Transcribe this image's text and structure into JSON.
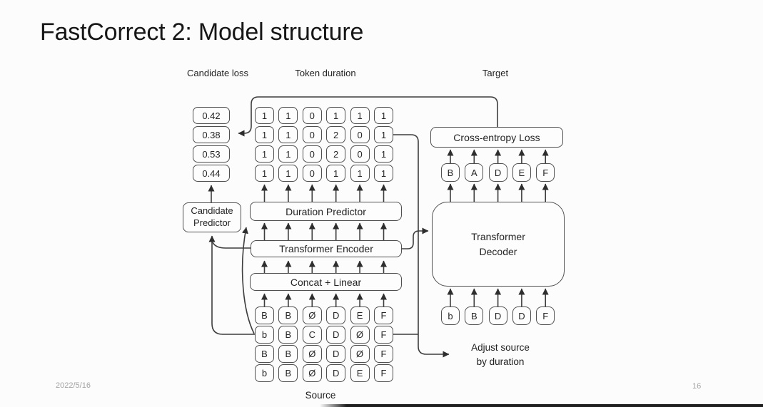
{
  "slide": {
    "title": "FastCorrect 2: Model structure",
    "date": "2022/5/16",
    "page": "16"
  },
  "labels": {
    "candidate_loss": "Candidate loss",
    "token_duration": "Token duration",
    "target": "Target",
    "source": "Source",
    "adjust": "Adjust source\nby duration"
  },
  "boxes": {
    "candidate_predictor": "Candidate\nPredictor",
    "duration_predictor": "Duration Predictor",
    "transformer_encoder": "Transformer Encoder",
    "concat_linear": "Concat + Linear",
    "cross_entropy_loss": "Cross-entropy Loss",
    "transformer_decoder": "Transformer\nDecoder"
  },
  "candidate_loss_values": [
    "0.42",
    "0.38",
    "0.53",
    "0.44"
  ],
  "token_durations": [
    [
      "1",
      "1",
      "0",
      "1",
      "1",
      "1"
    ],
    [
      "1",
      "1",
      "0",
      "2",
      "0",
      "1"
    ],
    [
      "1",
      "1",
      "0",
      "2",
      "0",
      "1"
    ],
    [
      "1",
      "1",
      "0",
      "1",
      "1",
      "1"
    ]
  ],
  "source_candidates": [
    [
      "B",
      "B",
      "Ø",
      "D",
      "E",
      "F"
    ],
    [
      "b",
      "B",
      "C",
      "D",
      "Ø",
      "F"
    ],
    [
      "B",
      "B",
      "Ø",
      "D",
      "Ø",
      "F"
    ],
    [
      "b",
      "B",
      "Ø",
      "D",
      "E",
      "F"
    ]
  ],
  "target_tokens": [
    "B",
    "A",
    "D",
    "E",
    "F"
  ],
  "decoder_inputs": [
    "b",
    "B",
    "D",
    "D",
    "F"
  ],
  "colors": {
    "line": "#3d3d3d",
    "border": "#4f4f4f",
    "text": "#2a2a2a",
    "muted": "#a3a3a3",
    "background": "#fcfcfc",
    "seekbar": "#1f1f1f"
  }
}
